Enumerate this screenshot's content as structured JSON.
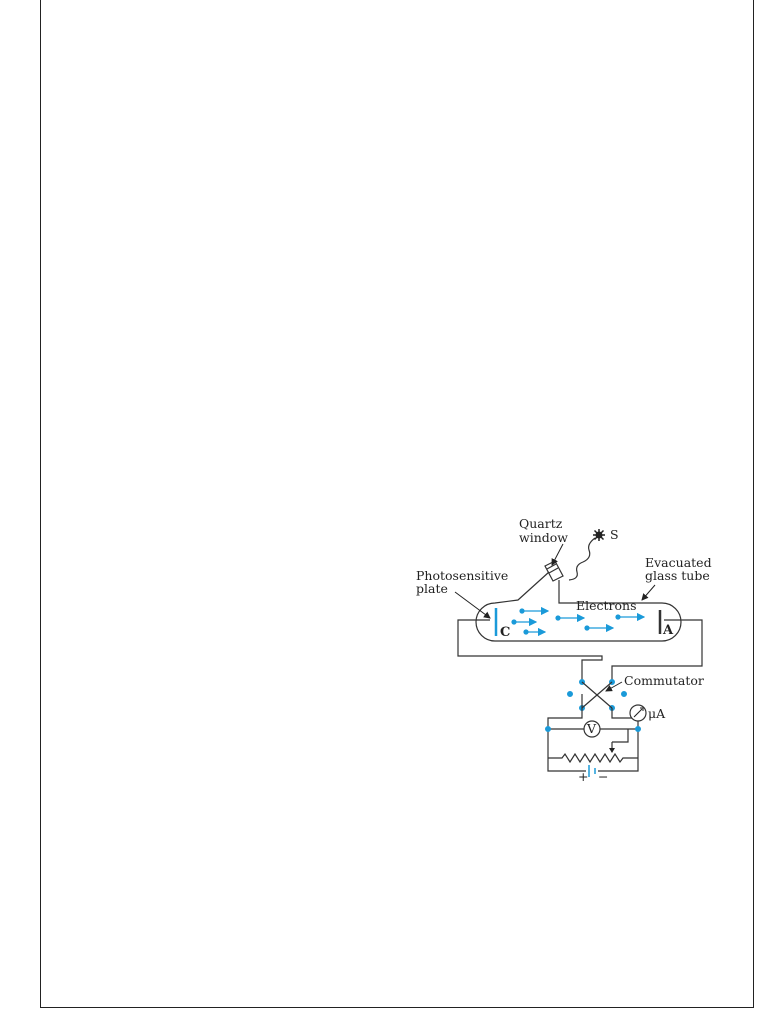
{
  "labels": {
    "quartz_1": "Quartz",
    "quartz_2": "window",
    "source": "S",
    "evac_1": "Evacuated",
    "evac_2": "glass tube",
    "photo_1": "Photosensitive",
    "photo_2": "plate",
    "electrons": "Electrons",
    "cathode": "C",
    "anode": "A",
    "commutator": "Commutator",
    "voltmeter": "V",
    "microammeter": "μA",
    "plus": "+",
    "minus": "−"
  },
  "colors": {
    "accent": "#1a9ad9",
    "line": "#333333"
  }
}
